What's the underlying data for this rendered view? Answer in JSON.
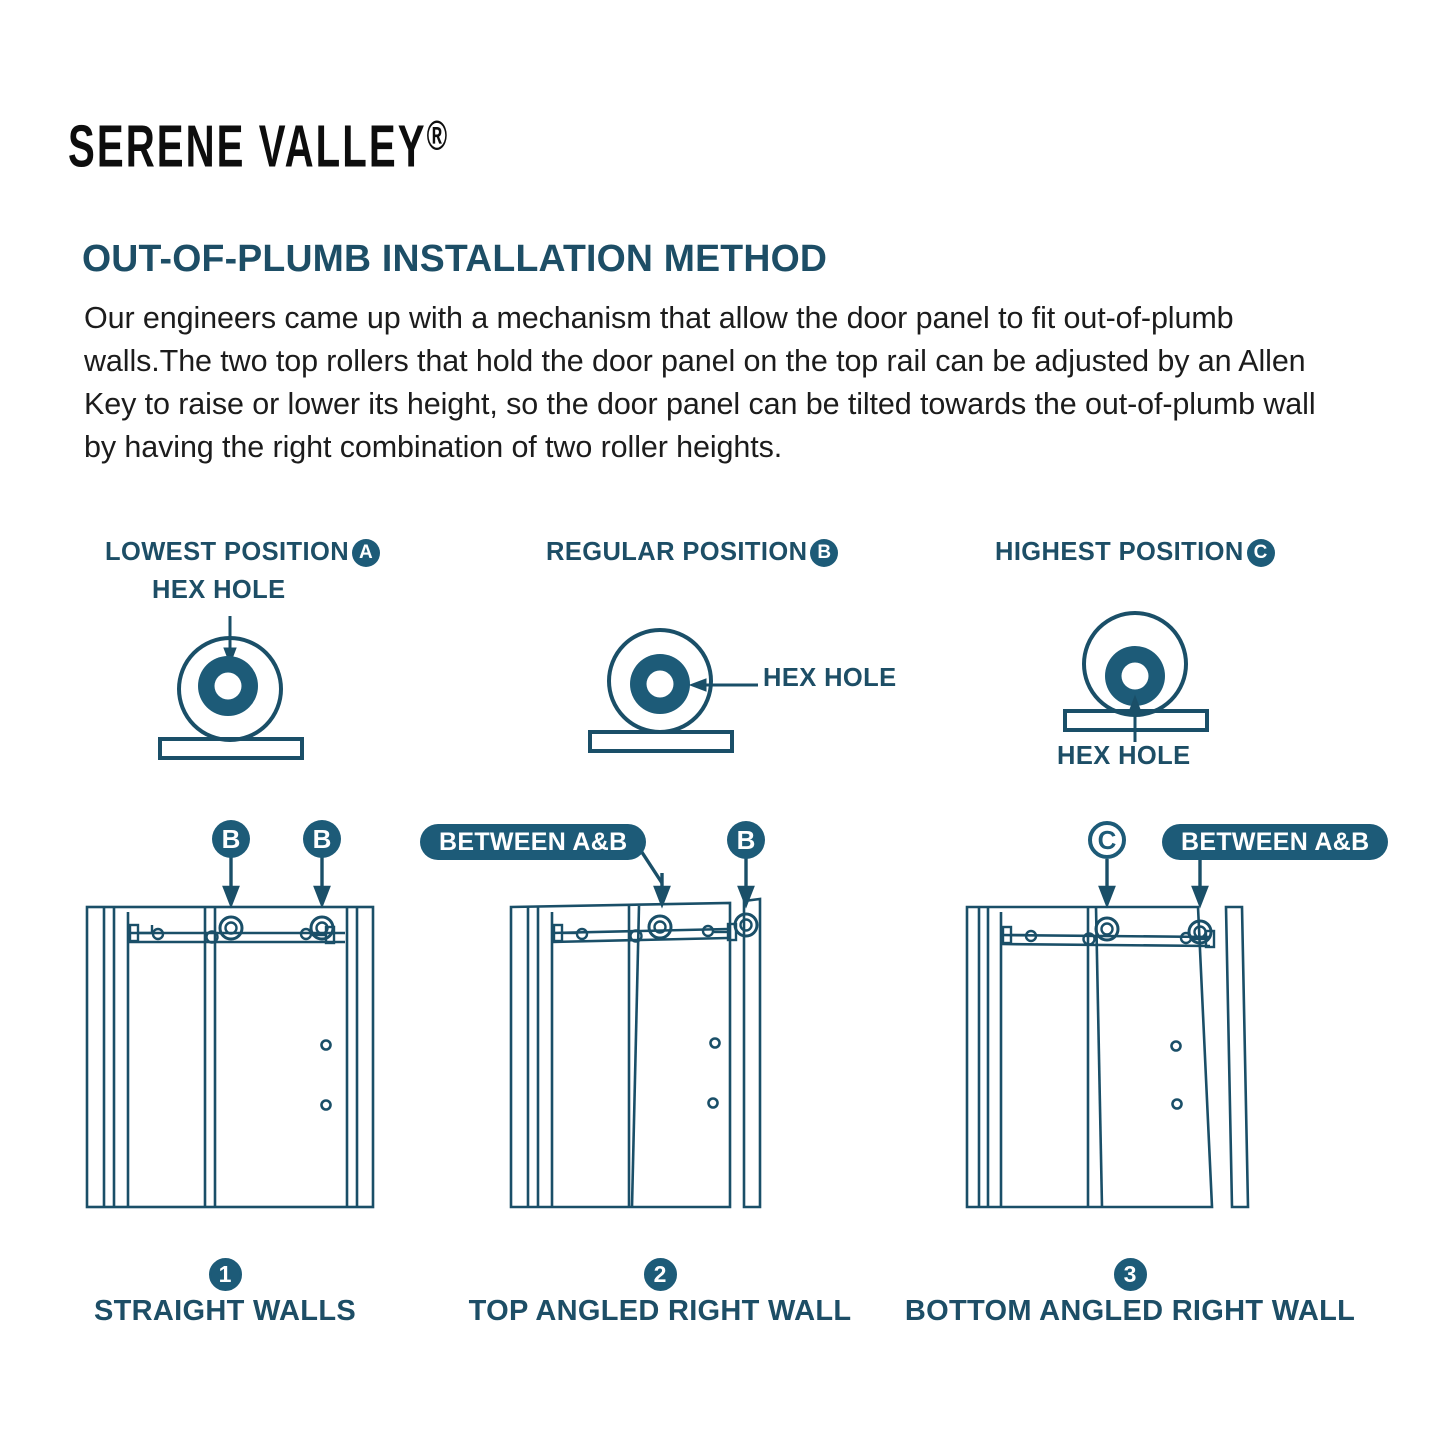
{
  "brand": {
    "name": "SERENE VALLEY",
    "registered_mark": "®"
  },
  "headline": "OUT-OF-PLUMB INSTALLATION METHOD",
  "paragraph": "Our engineers came up with a mechanism that allow the door panel to fit out-of-plumb walls.The two top rollers that hold the door panel on the top rail can be adjusted by an Allen Key to raise or lower its height, so the door panel can be tilted towards the out-of-plumb wall by having the right combination of two roller heights.",
  "colors": {
    "brand_teal": "#1d5b78",
    "heading_navy": "#1d4e66",
    "line_stroke": "#1a4f68",
    "body_text": "#1c1c1c",
    "background": "#ffffff"
  },
  "roller_positions": [
    {
      "title": "LOWEST POSITION",
      "badge": "A",
      "hex_hole_label": "HEX HOLE",
      "arrow_direction": "down",
      "hub_offset": "high-left"
    },
    {
      "title": "REGULAR POSITION",
      "badge": "B",
      "hex_hole_label": "HEX HOLE",
      "arrow_direction": "left",
      "hub_offset": "center"
    },
    {
      "title": "HIGHEST POSITION",
      "badge": "C",
      "hex_hole_label": "HEX HOLE",
      "arrow_direction": "up",
      "hub_offset": "low"
    }
  ],
  "door_diagrams": [
    {
      "number": "1",
      "caption": "STRAIGHT WALLS",
      "markers": [
        {
          "label": "B",
          "style": "filled-circle"
        },
        {
          "label": "B",
          "style": "filled-circle"
        }
      ]
    },
    {
      "number": "2",
      "caption": "TOP ANGLED RIGHT WALL",
      "markers": [
        {
          "label": "BETWEEN A&B",
          "style": "pill"
        },
        {
          "label": "B",
          "style": "filled-circle"
        }
      ]
    },
    {
      "number": "3",
      "caption": "BOTTOM ANGLED RIGHT WALL",
      "markers": [
        {
          "label": "C",
          "style": "outline-circle"
        },
        {
          "label": "BETWEEN A&B",
          "style": "pill"
        }
      ]
    }
  ]
}
